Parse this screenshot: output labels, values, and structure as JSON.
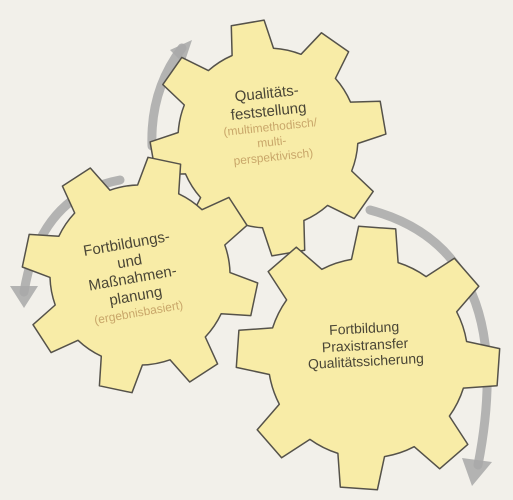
{
  "colors": {
    "gear_fill": "#f8eca7",
    "gear_stroke": "#55524a",
    "arrow": "#a8a8a8",
    "title_text": "#4a4636",
    "subtitle_text": "#c9a76a"
  },
  "gears": {
    "top": {
      "title_lines": [
        "Qualitäts-",
        "feststellung"
      ],
      "subtitle_lines": [
        "(multimethodisch/",
        "multi-",
        "perspektivisch)"
      ]
    },
    "left": {
      "title_lines": [
        "Fortbildungs-",
        "und",
        "Maßnahmen-",
        "planung"
      ],
      "subtitle_lines": [
        "(ergebnisbasiert)"
      ]
    },
    "right": {
      "title_lines": [
        "Fortbildung",
        "Praxistransfer",
        "Qualitätssicherung"
      ],
      "subtitle_lines": []
    }
  }
}
